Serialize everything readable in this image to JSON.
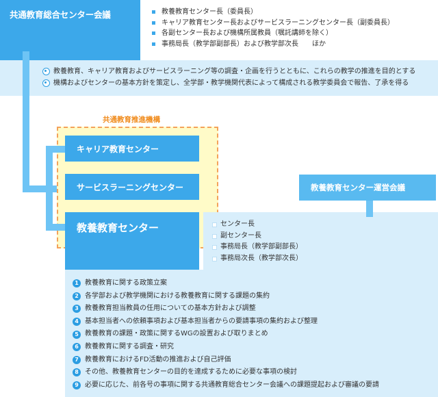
{
  "council": {
    "title": "共通教育総合センター会議",
    "members": [
      "教養教育センター長（委員長）",
      "キャリア教育センター長およびサービスラーニングセンター長（副委員長）",
      "各副センター長および機構所属教員（嘱託講師を除く）",
      "事務局長（教学部副部長）および教学部次長　　ほか"
    ]
  },
  "purpose": [
    "教養教育、キャリア教育およびサービスラーニング等の調査・企画を行うとともに、これらの教学の推進を目的とする",
    "機構およびセンターの基本方針を策定し、全学部・教学機関代表によって構成される教学委員会で報告、了承を得る"
  ],
  "organization": {
    "label": "共通教育推進機構",
    "centers": [
      "キャリア教育センター",
      "サービスラーニングセンター",
      "教養教育センター"
    ]
  },
  "operations": {
    "title": "教養教育センター運営会議",
    "members": [
      "センター長",
      "副センター長",
      "事務局長（教学部副部長）",
      "事務局次長（教学部次長）"
    ]
  },
  "duties": [
    {
      "num": "1",
      "text": "教養教育に関する政策立案"
    },
    {
      "num": "2",
      "text": "各学部および教学機関における教養教育に関する課題の集約"
    },
    {
      "num": "3",
      "text": "教養教育担当教員の任用についての基本方針および調整"
    },
    {
      "num": "4",
      "text": "基本担当者への依頼事項および基本担当者からの要請事項の集約および整理"
    },
    {
      "num": "5",
      "text": "教養教育の課題・政策に関するWGの設置および取りまとめ"
    },
    {
      "num": "6",
      "text": "教養教育に関する調査・研究"
    },
    {
      "num": "7",
      "text": "教養教育におけるFD活動の推進および自己評価"
    },
    {
      "num": "8",
      "text": "その他、教養教育センターの目的を達成するために必要な事項の検討"
    },
    {
      "num": "9",
      "text": "必要に応じた、前各号の事項に関する共通教育総合センター会議への課題提起および審議の要請"
    }
  ],
  "colors": {
    "primary_blue": "#3ca8ea",
    "light_blue": "#d8eefb",
    "org_fill": "#fffbc8",
    "org_border": "#f4a25a",
    "org_label": "#f08c1e"
  }
}
